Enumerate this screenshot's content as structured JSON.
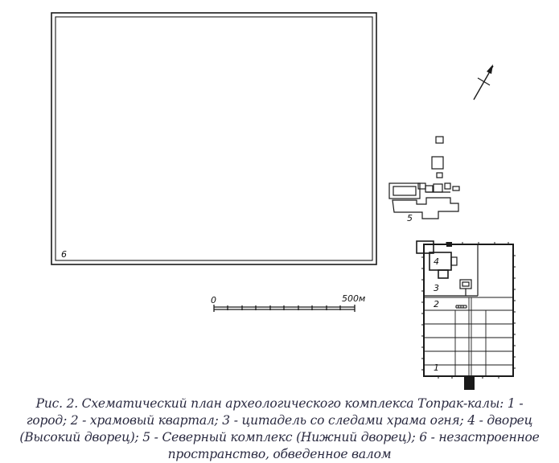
{
  "figure": {
    "labels": {
      "area_1": "1",
      "area_2": "2",
      "area_3": "3",
      "area_4": "4",
      "area_5": "5",
      "area_6": "6"
    },
    "scale": {
      "start": "0",
      "end": "500м"
    },
    "caption": "Рис. 2. Схематический план археологического комплекса Топрак-калы: 1 - город; 2 - храмовый квартал; 3 - цитадель со следами храма огня; 4 - дворец (Высокий дворец); 5 - Северный комплекс (Нижний дворец); 6 - незастроенное пространство, обведенное валом"
  }
}
